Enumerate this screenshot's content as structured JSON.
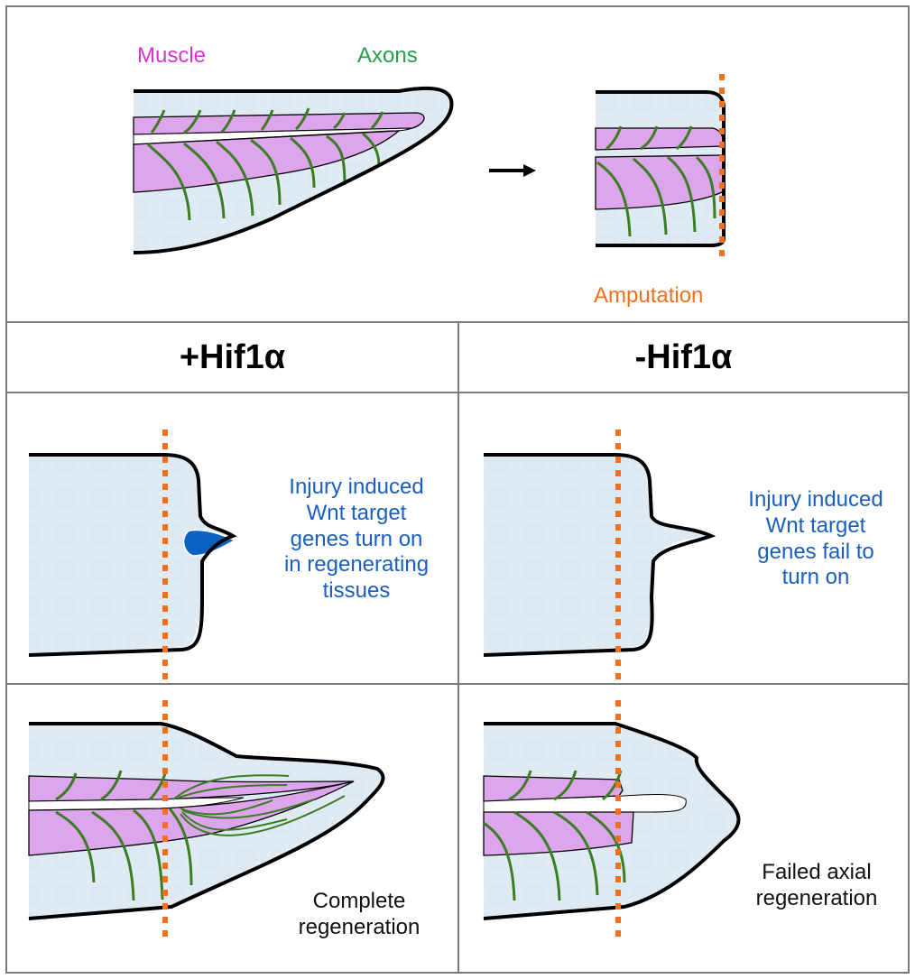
{
  "legend": {
    "muscle": "Muscle",
    "axons": "Axons",
    "amputation": "Amputation"
  },
  "columns": {
    "left": "+Hif1α",
    "right": "-Hif1α"
  },
  "row1": {
    "left_caption": [
      "Injury induced",
      "Wnt target",
      "genes turn on",
      "in regenerating",
      "tissues"
    ],
    "right_caption": [
      "Injury induced",
      "Wnt target",
      "genes fail to",
      "turn on"
    ]
  },
  "row2": {
    "left_caption": [
      "Complete",
      "regeneration"
    ],
    "right_caption": [
      "Failed axial",
      "regeneration"
    ]
  },
  "colors": {
    "tissue": "#dde9f3",
    "muscle": "#dda6ec",
    "axon": "#3a7d22",
    "outline": "#000000",
    "amputation_line": "#f07020",
    "wnt_signal": "#0a63c2",
    "muscle_text": "#d633d6",
    "axon_text": "#22a04a",
    "caption_blue": "#1a5fbf"
  }
}
